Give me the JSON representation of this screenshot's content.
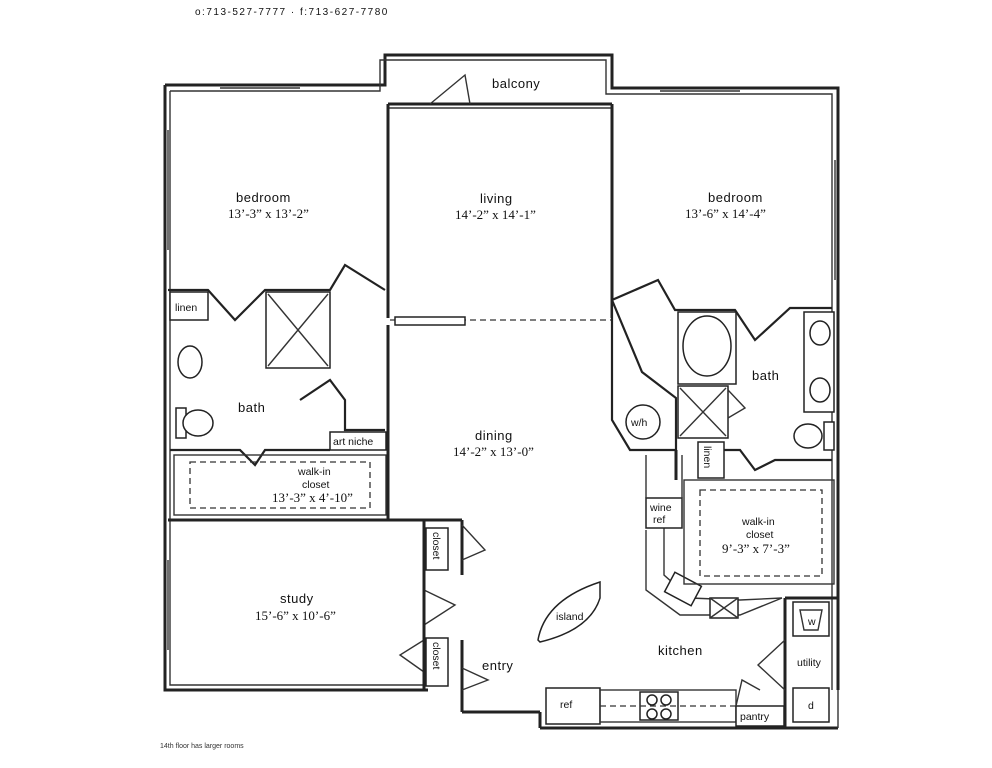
{
  "header": {
    "phone_fax": "o:713-527-7777 · f:713-627-7780"
  },
  "rooms": {
    "balcony": {
      "name": "balcony"
    },
    "living": {
      "name": "living",
      "size": "14’-2” x 14’-1”"
    },
    "bedroom_left": {
      "name": "bedroom",
      "size": "13’-3” x 13’-2”"
    },
    "bedroom_right": {
      "name": "bedroom",
      "size": "13’-6” x 14’-4”"
    },
    "linen_left": {
      "name": "linen"
    },
    "bath_left": {
      "name": "bath"
    },
    "art_niche": {
      "name": "art niche"
    },
    "walkin_left": {
      "name_line1": "walk-in",
      "name_line2": "closet",
      "size": "13’-3” x 4’-10”"
    },
    "dining": {
      "name": "dining",
      "size": "14’-2” x 13’-0”"
    },
    "bath_right": {
      "name": "bath"
    },
    "washer_heater": {
      "name": "w/h"
    },
    "linen_right": {
      "name": "linen"
    },
    "wine_ref": {
      "name_line1": "wine",
      "name_line2": "ref"
    },
    "walkin_right": {
      "name_line1": "walk-in",
      "name_line2": "closet",
      "size": "9’-3” x 7’-3”"
    },
    "study": {
      "name": "study",
      "size": "15’-6” x 10’-6”"
    },
    "closet_upper": {
      "name": "closet"
    },
    "closet_lower": {
      "name": "closet"
    },
    "island": {
      "name": "island"
    },
    "kitchen": {
      "name": "kitchen"
    },
    "entry": {
      "name": "entry"
    },
    "utility": {
      "name": "utility"
    },
    "washer": {
      "name": "w"
    },
    "dryer": {
      "name": "d"
    },
    "ref": {
      "name": "ref"
    },
    "pantry": {
      "name": "pantry"
    }
  },
  "footer": {
    "note": "14th floor has larger rooms"
  }
}
